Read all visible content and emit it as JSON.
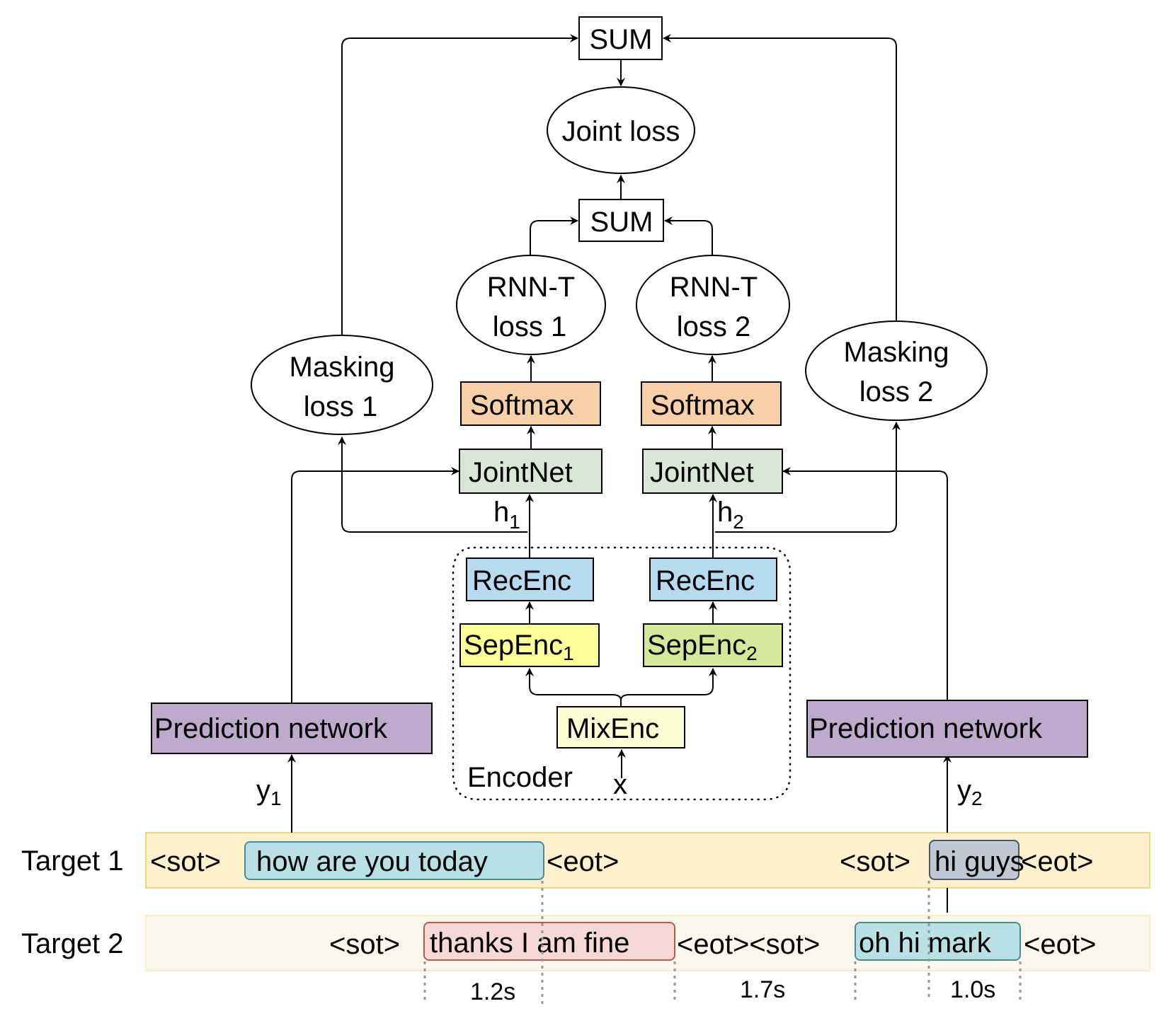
{
  "colors": {
    "softmax": "#f8d0a8",
    "jointnet": "#d9e8d6",
    "recenc": "#b8daee",
    "sepenc1": "#fefe98",
    "sepenc2": "#d5e89a",
    "mixenc": "#fefed4",
    "prediction": "#bfaacd",
    "target1_band": "#fdf0cc",
    "target1_border": "#f5d779",
    "target2_band": "#faf6ec",
    "target2_border": "#fbeec6",
    "seg_blue": "#b9e0e5",
    "seg_blue_border": "#4a8b91",
    "seg_red": "#f6d8d6",
    "seg_red_border": "#b55a4c",
    "seg_gray": "#c0c8d4",
    "seg_gray_border": "#4e5968"
  },
  "nodes": {
    "sum_top": "SUM",
    "joint_loss": "Joint loss",
    "sum_mid": "SUM",
    "rnnt1": [
      "RNN-T",
      "loss 1"
    ],
    "rnnt2": [
      "RNN-T",
      "loss 2"
    ],
    "mask1": [
      "Masking",
      "loss 1"
    ],
    "mask2": [
      "Masking",
      "loss 2"
    ],
    "softmax1": "Softmax",
    "softmax2": "Softmax",
    "jointnet1": "JointNet",
    "jointnet2": "JointNet",
    "recenc1": "RecEnc",
    "recenc2": "RecEnc",
    "sepenc1": {
      "base": "SepEnc",
      "sub": "1"
    },
    "sepenc2": {
      "base": "SepEnc",
      "sub": "2"
    },
    "mixenc": "MixEnc",
    "encoder_label": "Encoder",
    "x_label": "x",
    "h1": {
      "base": "h",
      "sub": "1"
    },
    "h2": {
      "base": "h",
      "sub": "2"
    },
    "pred1": "Prediction network",
    "pred2": "Prediction network",
    "y1": {
      "base": "y",
      "sub": "1"
    },
    "y2": {
      "base": "y",
      "sub": "2"
    }
  },
  "targets": {
    "t1": {
      "label": "Target 1",
      "sot_a": "<sot>",
      "seg_a": "how are you today",
      "eot_a": "<eot>",
      "sot_b": "<sot>",
      "seg_b": "hi guys",
      "eot_b": "<eot>"
    },
    "t2": {
      "label": "Target 2",
      "sot_a": "<sot>",
      "seg_a": "thanks I am fine",
      "eot_sot": "<eot><sot>",
      "seg_b": "oh hi mark",
      "eot_b": "<eot>"
    }
  },
  "durations": [
    "1.2s",
    "1.7s",
    "1.0s"
  ]
}
